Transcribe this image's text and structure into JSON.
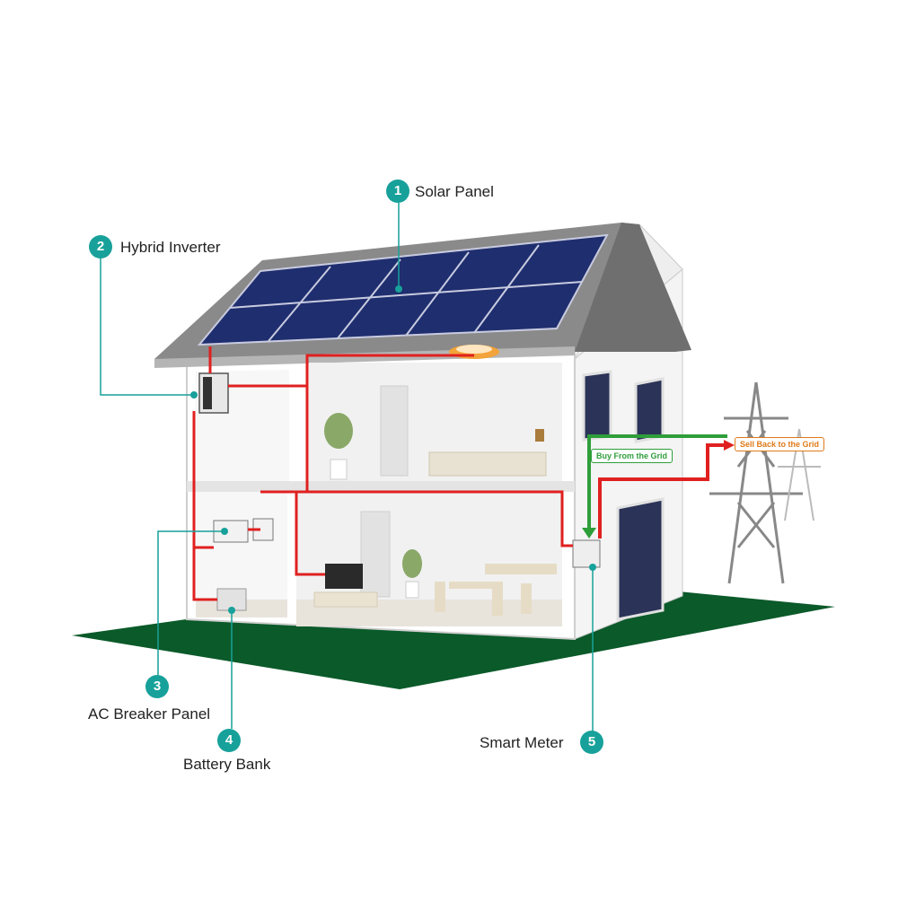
{
  "components": [
    {
      "number": "1",
      "label": "Solar Panel"
    },
    {
      "number": "2",
      "label": "Hybrid Inverter"
    },
    {
      "number": "3",
      "label": "AC Breaker Panel"
    },
    {
      "number": "4",
      "label": "Battery Bank"
    },
    {
      "number": "5",
      "label": "Smart Meter"
    }
  ],
  "grid_flows": {
    "buy": "Buy From the Grid",
    "sell": "Sell Back to the Grid"
  },
  "colors": {
    "accent": "#17a19a",
    "wire": "#e02020",
    "buy": "#2e9e3a",
    "sell": "#e07b1a",
    "ground": "#0b5a2a",
    "panel": "#1f2e6e"
  }
}
